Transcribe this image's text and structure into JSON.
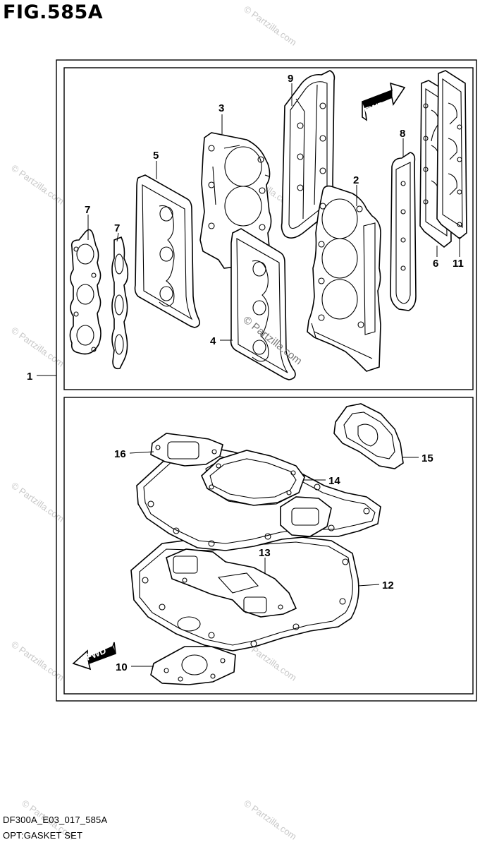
{
  "figure": {
    "title": "FIG.585A"
  },
  "footer": {
    "model_code": "DF300A_E03_017_585A",
    "kit_name": "OPT:GASKET SET"
  },
  "watermark": {
    "text": "© Partzilla.com"
  },
  "arrows": {
    "fwd_label": "FWD"
  },
  "callouts": {
    "c1": "1",
    "c2": "2",
    "c3": "3",
    "c4": "4",
    "c5": "5",
    "c6": "6",
    "c7a": "7",
    "c7b": "7",
    "c8": "8",
    "c9": "9",
    "c10": "10",
    "c11": "11",
    "c12": "12",
    "c13": "13",
    "c14": "14",
    "c15": "15",
    "c16": "16"
  }
}
